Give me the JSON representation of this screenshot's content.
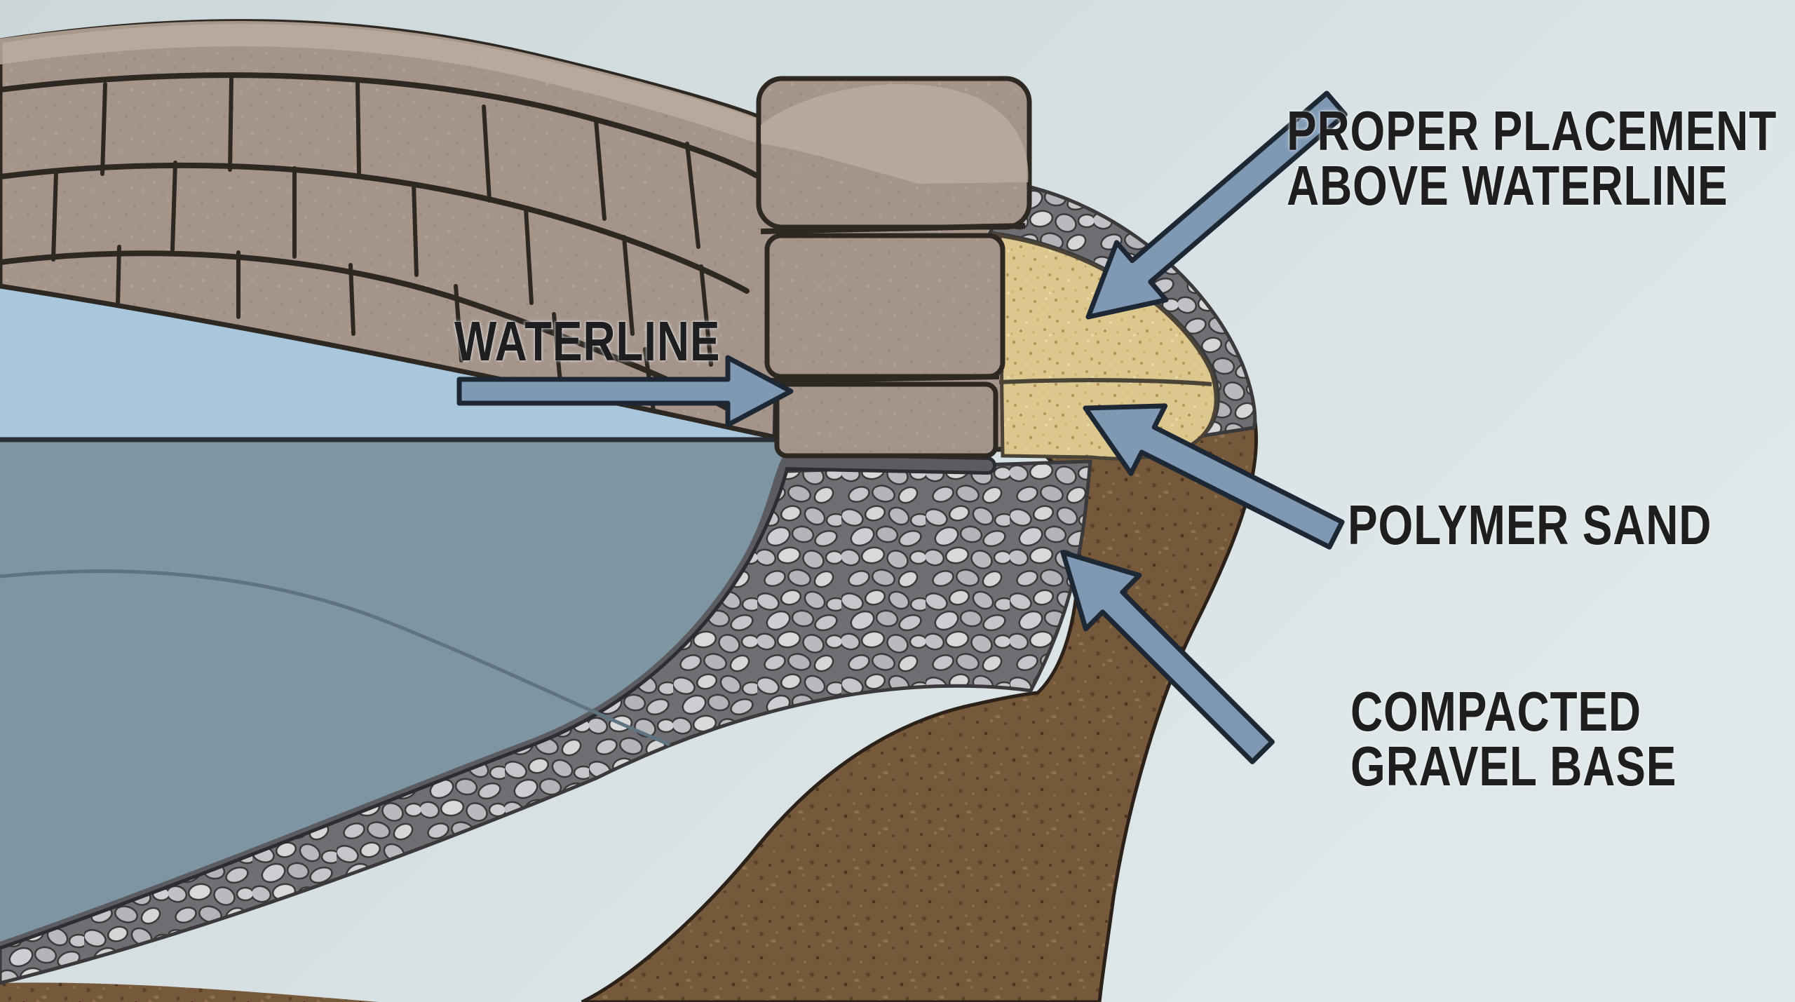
{
  "labels": {
    "proper_placement": {
      "line1": "PROPER PLACEMENT",
      "line2": "ABOVE WATERLINE"
    },
    "waterline": {
      "line1": "WATERLINE"
    },
    "polymer_sand": {
      "line1": "POLYMER SAND"
    },
    "compacted_gravel": {
      "line1": "COMPACTED",
      "line2": "GRAVEL BASE"
    }
  },
  "colors": {
    "background_top": "#cbd7d9",
    "background_bottom": "#e0e8ea",
    "water_above": "#a9c7dc",
    "water_below": "#7e96a3",
    "water_contour": "#5f7480",
    "waterline_stroke": "#262d33",
    "block": "#a5948a",
    "block_top_face": "#bcac9f",
    "block_outline": "#2e2823",
    "sand": "#dcc88f",
    "gravel_gap": "#6f6f73",
    "gravel_stone": "#c6c6ca",
    "gravel_outline": "#3a3a3d",
    "dirt": "#76583a",
    "dirt_outline": "#2b2118",
    "liner": "#5b5c61",
    "liner_edge": "#2c2d30",
    "arrow_fill": "#7f99b4",
    "arrow_outline": "#1d2834",
    "label_text": "#1e1e20"
  }
}
